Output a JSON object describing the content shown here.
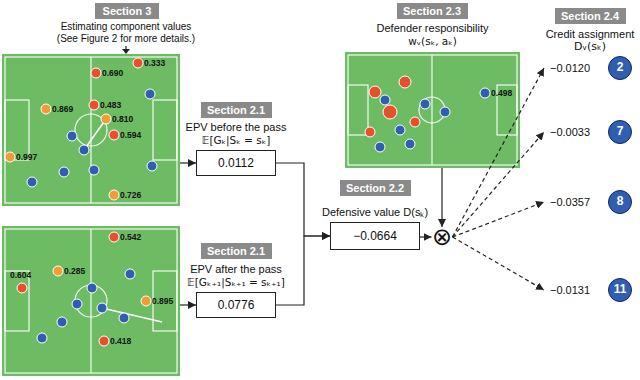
{
  "diagram": {
    "nodes": [
      {
        "text": [
          "Section 3"
        ]
      },
      {
        "text": [
          "0.333",
          "0.690",
          "0.869",
          "0.483",
          "0.810",
          "0.594",
          "0.997",
          "0.726"
        ]
      },
      {
        "text": [
          "0.542",
          "0.285",
          "0.604",
          "0.895",
          "0.418"
        ]
      },
      {
        "text": [
          "Section 2.1"
        ]
      },
      {
        "text": [
          "EPV before the pass",
          "𝔼[Gₖ|Sₖ = sₖ]",
          "0.0112"
        ]
      },
      {
        "text": [
          "Section 2.1"
        ]
      },
      {
        "text": [
          "EPV after the pass",
          "𝔼[Gₖ₊₁|Sₖ₊₁ = sₖ₊₁]",
          "0.0776"
        ]
      },
      {
        "text": [
          "Section 2.2"
        ]
      },
      {
        "text": [
          "Defensive value D(sₖ)",
          "−0.0664"
        ]
      },
      {
        "text": [
          "Section 2.3"
        ]
      },
      {
        "text": [
          "Defender responsibility",
          "wᵥ(sₖ, aₖ)",
          "0.498"
        ]
      },
      {
        "text": [
          "⊗"
        ]
      },
      {
        "text": [
          "Section 2.4"
        ]
      },
      {
        "text": [
          "−0.0120",
          "2"
        ]
      },
      {
        "text": [
          "−0.0033",
          "7"
        ]
      },
      {
        "text": [
          "−0.0357",
          "8"
        ]
      },
      {
        "text": [
          "−0.0131",
          "11"
        ]
      }
    ],
    "edges": [
      {
        "from": 1,
        "to": 4,
        "arrow": "to"
      },
      {
        "from": 2,
        "to": 6,
        "arrow": "to"
      },
      {
        "from": 4,
        "to": 8,
        "arrow": "to"
      },
      {
        "from": 6,
        "to": 8,
        "arrow": "to"
      },
      {
        "from": 8,
        "to": 11,
        "arrow": "to"
      },
      {
        "from": 10,
        "to": 11,
        "arrow": "to"
      },
      {
        "from": 11,
        "to": 13,
        "arrow": "to"
      },
      {
        "from": 11,
        "to": 14,
        "arrow": "to"
      },
      {
        "from": 11,
        "to": 15,
        "arrow": "to"
      },
      {
        "from": 11,
        "to": 16,
        "arrow": "to"
      }
    ],
    "labels": [
      "Estimating component values",
      "(See Figure 2 for more details.)",
      "Credit assignment",
      "Dᵥ(sₖ)"
    ]
  }
}
